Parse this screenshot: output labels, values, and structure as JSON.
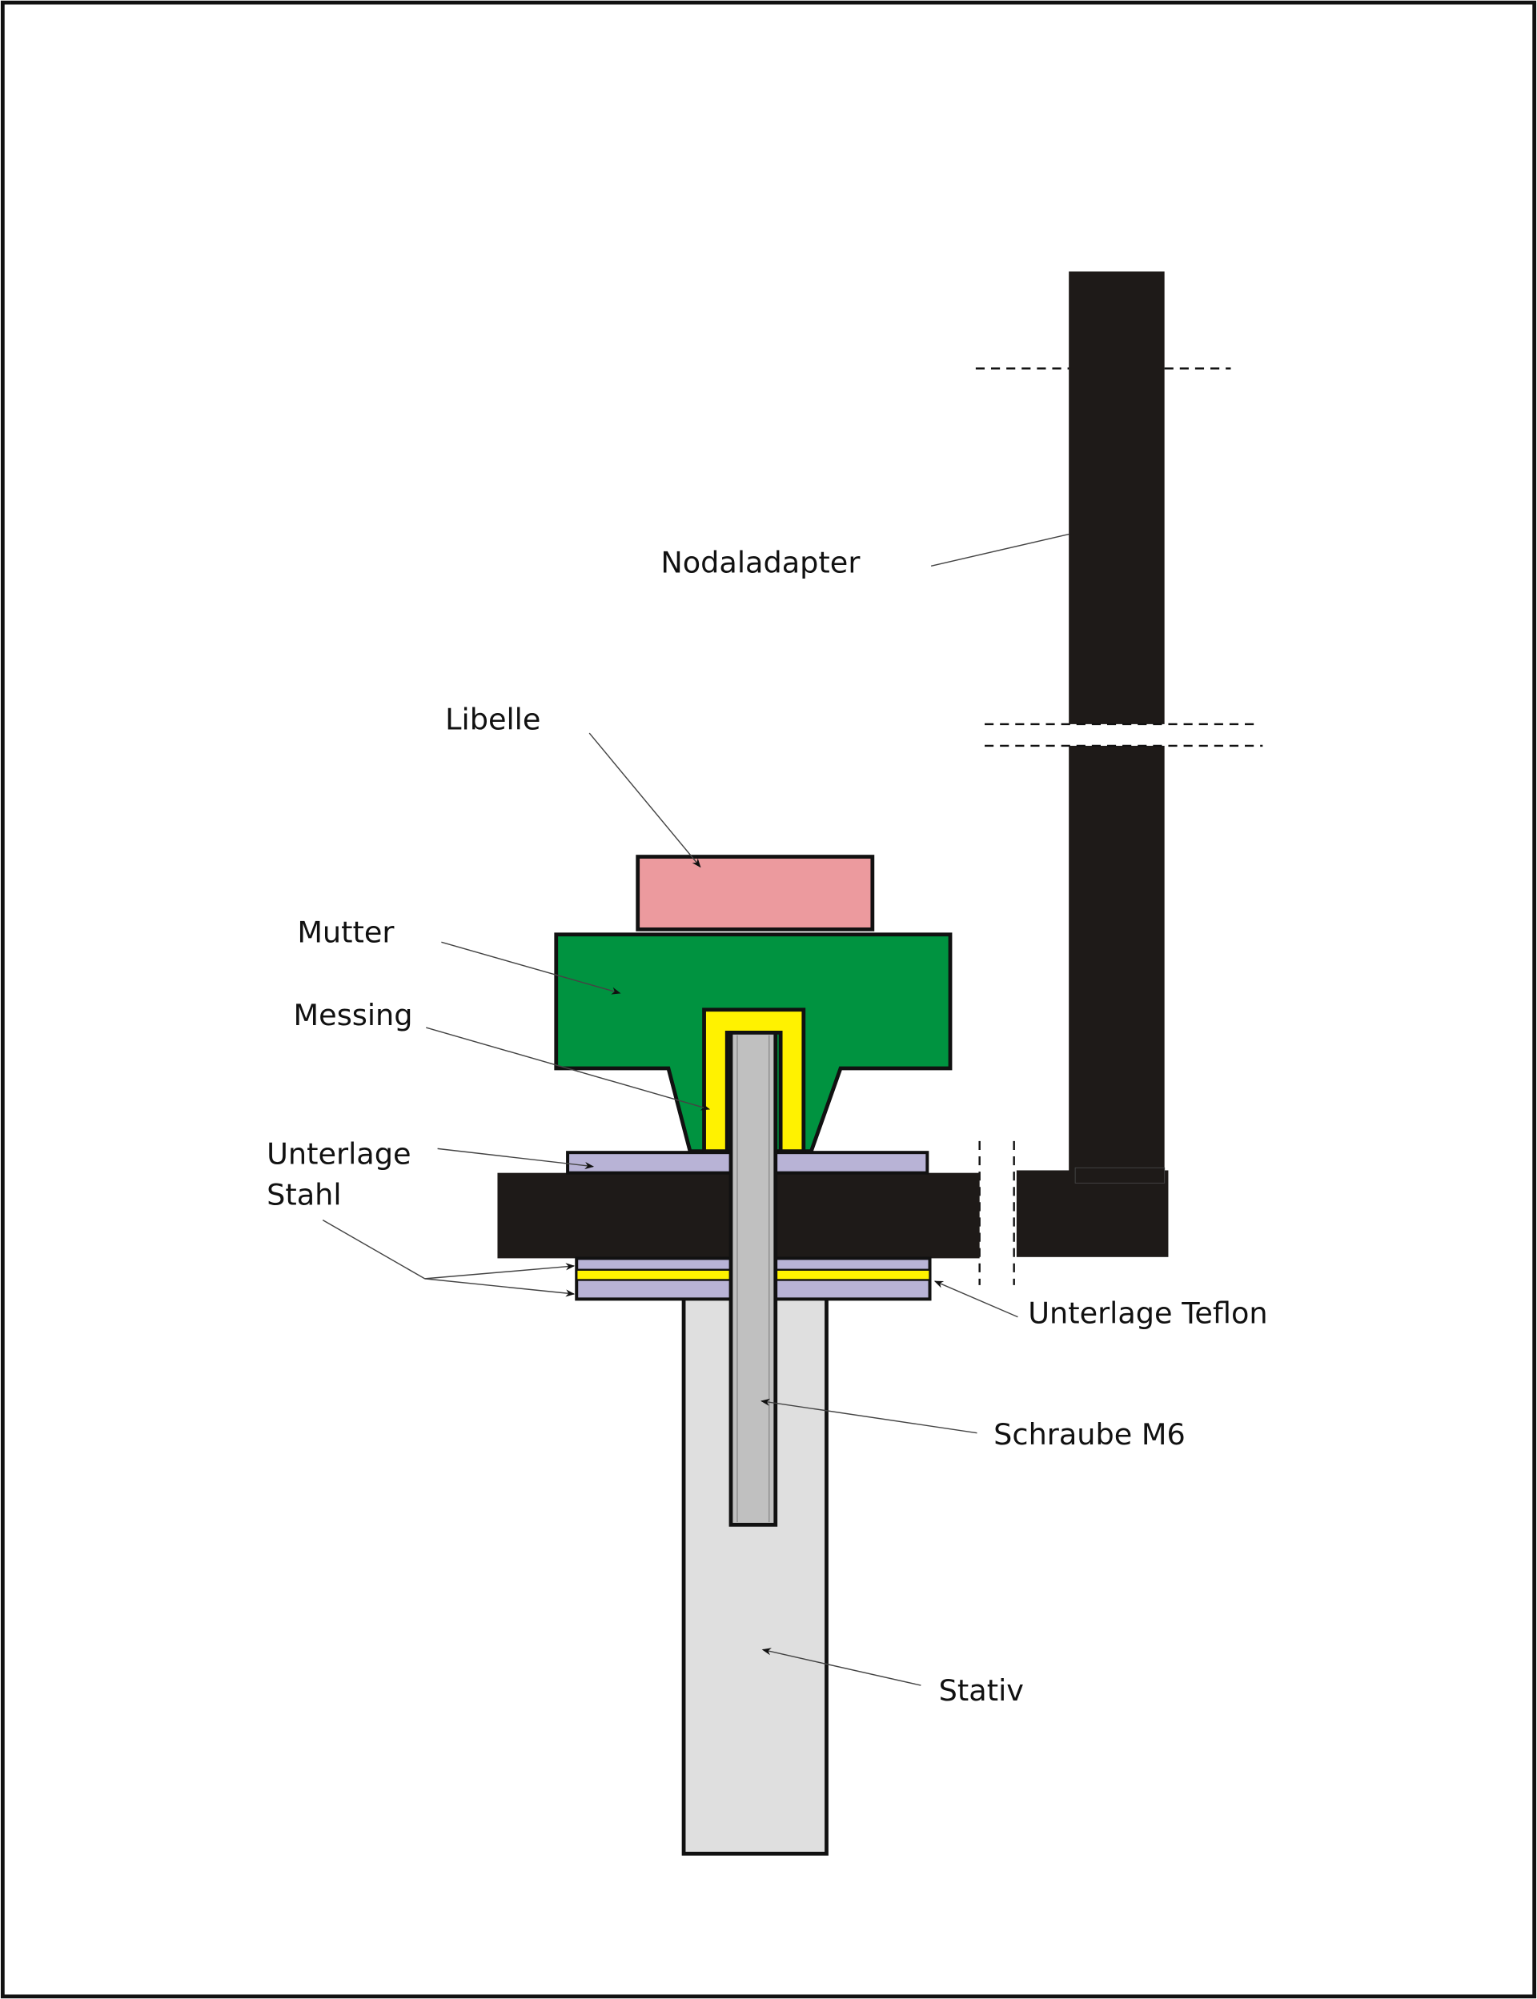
{
  "labels": {
    "nodaladapter": "Nodaladapter",
    "libelle": "Libelle",
    "mutter": "Mutter",
    "messing": "Messing",
    "unterlage_stahl_line1": "Unterlage",
    "unterlage_stahl_line2": "Stahl",
    "unterlage_teflon": "Unterlage Teflon",
    "schraube": "Schraube M6",
    "stativ": "Stativ"
  },
  "colors": {
    "libelle": "#EC9A9E",
    "mutter": "#009340",
    "messing": "#FFF200",
    "schraube": "#C0C0C0",
    "unterlage": "#B8B3D6",
    "stativ": "#DFDFDF",
    "adapter": "#1E1A18"
  }
}
